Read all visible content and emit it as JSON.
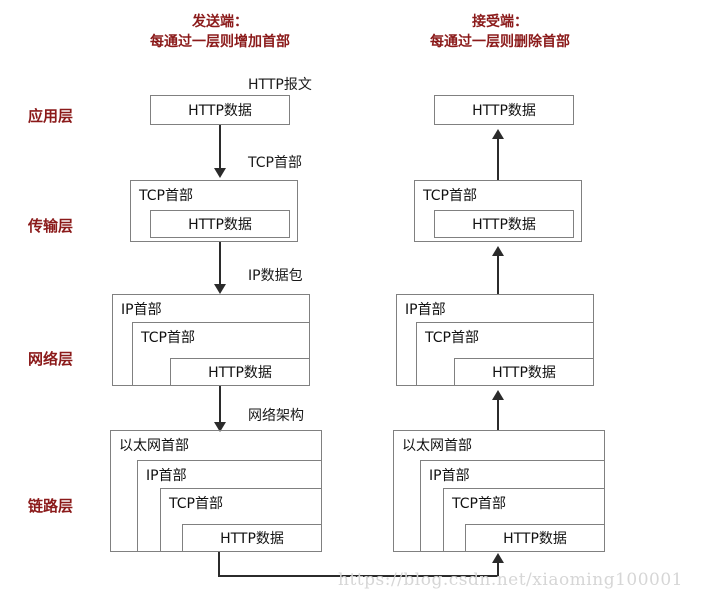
{
  "headers": {
    "sender": {
      "title": "发送端：",
      "subtitle": "每通过一层则增加首部"
    },
    "receiver": {
      "title": "接受端：",
      "subtitle": "每通过一层则删除首部"
    }
  },
  "layers": [
    {
      "name": "应用层"
    },
    {
      "name": "传输层"
    },
    {
      "name": "网络层"
    },
    {
      "name": "链路层"
    }
  ],
  "annotations": {
    "http_message": "HTTP报文",
    "tcp_header": "TCP首部",
    "ip_packet": "IP数据包",
    "network_frame": "网络架构"
  },
  "blocks": {
    "http_data": "HTTP数据",
    "tcp_header": "TCP首部",
    "ip_header": "IP首部",
    "ethernet_header": "以太网首部"
  },
  "watermark": "https://blog.csdn.net/xiaoming100001",
  "colors": {
    "accent_red": "#8B1A1A",
    "box_border": "#808080",
    "arrow": "#2b2b2b",
    "watermark": "#d6d6d6"
  }
}
